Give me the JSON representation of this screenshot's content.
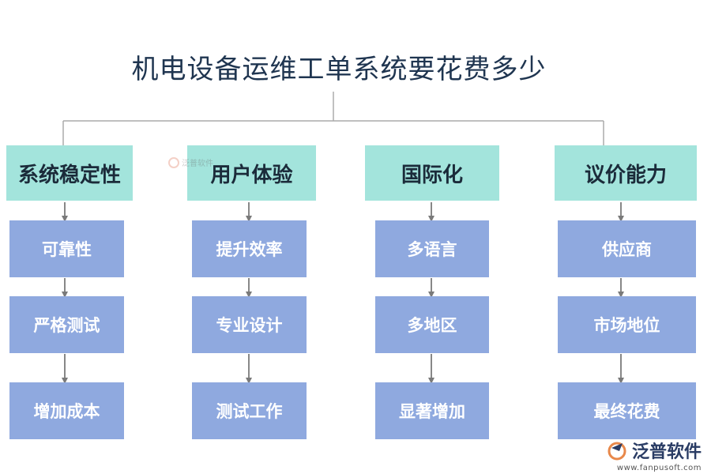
{
  "title": "机电设备运维工单系统要花费多少",
  "columns": [
    {
      "heading": "系统稳定性",
      "items": [
        "可靠性",
        "严格测试",
        "增加成本"
      ]
    },
    {
      "heading": "用户体验",
      "items": [
        "提升效率",
        "专业设计",
        "测试工作"
      ]
    },
    {
      "heading": "国际化",
      "items": [
        "多语言",
        "多地区",
        "显著增加"
      ]
    },
    {
      "heading": "议价能力",
      "items": [
        "供应商",
        "市场地位",
        "最终花费"
      ]
    }
  ],
  "watermark": {
    "small_text": "泛普软件",
    "logo_text": "泛普软件",
    "url": "www.fanpusoft.com"
  },
  "colors": {
    "title": "#1f3550",
    "heading_bg": "#a3e4dc",
    "box_bg": "#8fa9df",
    "connector": "#aaaaaa",
    "arrow": "#7a7a7a"
  }
}
